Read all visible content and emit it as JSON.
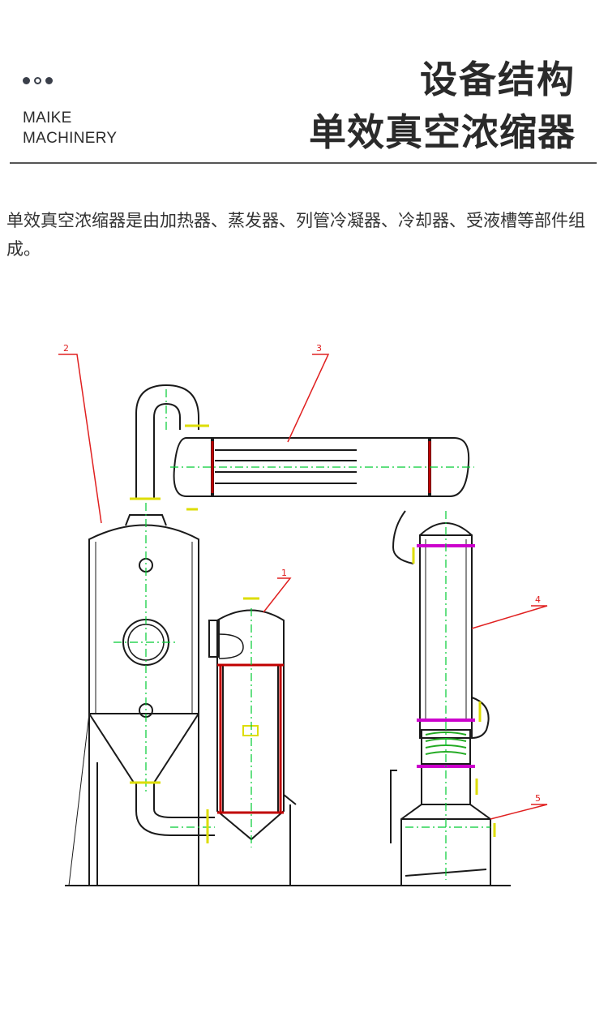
{
  "brand": {
    "line1": "MAIKE",
    "line2": "MACHINERY"
  },
  "header": {
    "title1": "设备结构",
    "title2": "单效真空浓缩器"
  },
  "intro": "单效真空浓缩器是由加热器、蒸发器、列管冷凝器、冷却器、受液槽等部件组成。",
  "diagram": {
    "labels": [
      "1",
      "2",
      "3",
      "4",
      "5"
    ],
    "colors": {
      "outline": "#1a1a1a",
      "centerline": "#00cc33",
      "leader": "#e02020",
      "flange": "#dddd00",
      "hot": "#c00000",
      "magenta": "#cc00cc"
    }
  }
}
